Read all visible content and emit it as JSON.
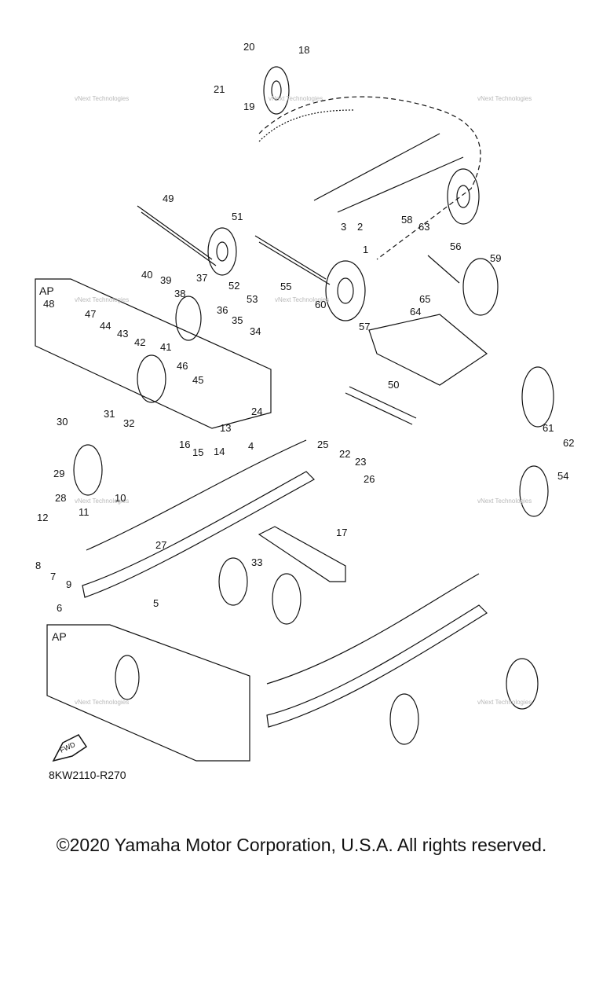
{
  "diagram_code": "8KW2110-R270",
  "copyright": "©2020 Yamaha Motor Corporation, U.S.A. All rights reserved.",
  "watermark": "vNext Technologies",
  "fwd_label": "FWD",
  "ap_label": "AP",
  "callouts": [
    "1",
    "2",
    "3",
    "4",
    "5",
    "6",
    "7",
    "8",
    "9",
    "10",
    "11",
    "12",
    "13",
    "14",
    "15",
    "16",
    "17",
    "18",
    "19",
    "20",
    "21",
    "22",
    "23",
    "24",
    "25",
    "26",
    "27",
    "28",
    "29",
    "30",
    "31",
    "32",
    "33",
    "34",
    "35",
    "36",
    "37",
    "38",
    "39",
    "40",
    "41",
    "42",
    "43",
    "44",
    "45",
    "46",
    "47",
    "48",
    "49",
    "50",
    "51",
    "52",
    "53",
    "54",
    "55",
    "56",
    "57",
    "58",
    "59",
    "60",
    "61",
    "62",
    "63",
    "64",
    "65"
  ]
}
